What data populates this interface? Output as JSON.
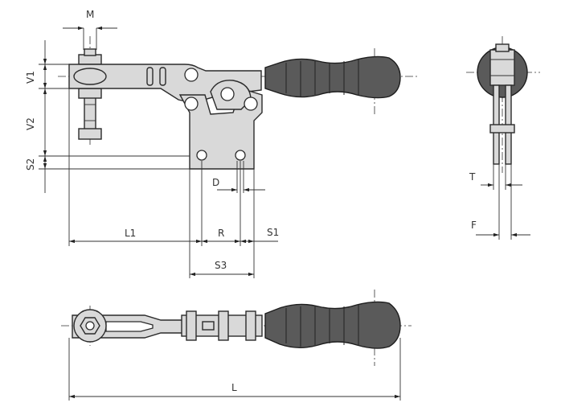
{
  "dimensions": {
    "M": "M",
    "V1": "V1",
    "V2": "V2",
    "S2": "S2",
    "D": "D",
    "L1": "L1",
    "R": "R",
    "S1": "S1",
    "S3": "S3",
    "T": "T",
    "F": "F",
    "L": "L"
  },
  "colors": {
    "metal": "#d9d9d9",
    "grip": "#5a5a5a",
    "line": "#2b2b2b"
  }
}
